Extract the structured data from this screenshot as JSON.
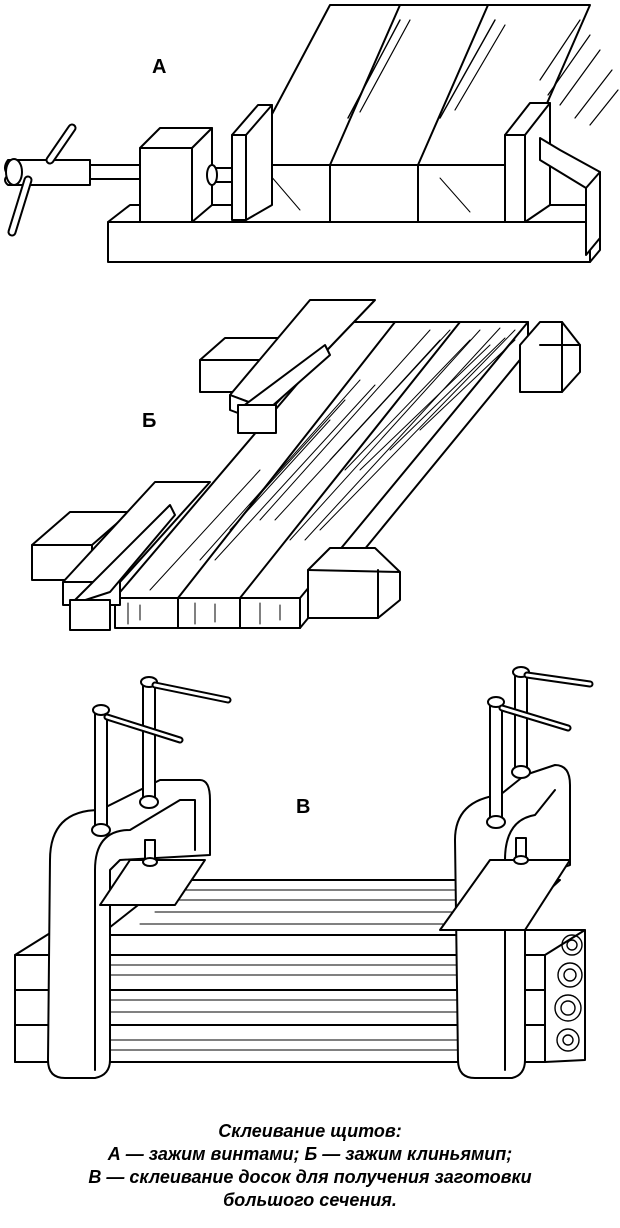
{
  "labels": {
    "a": "А",
    "b": "Б",
    "v": "В"
  },
  "caption": {
    "title": "Склеивание щитов:",
    "line1": "А — зажим винтами; Б — зажим клиньямип;",
    "line2": "В — склеивание досок для получения заготовки",
    "line3": "большого сечения."
  },
  "colors": {
    "ink": "#000000",
    "paper": "#ffffff"
  }
}
